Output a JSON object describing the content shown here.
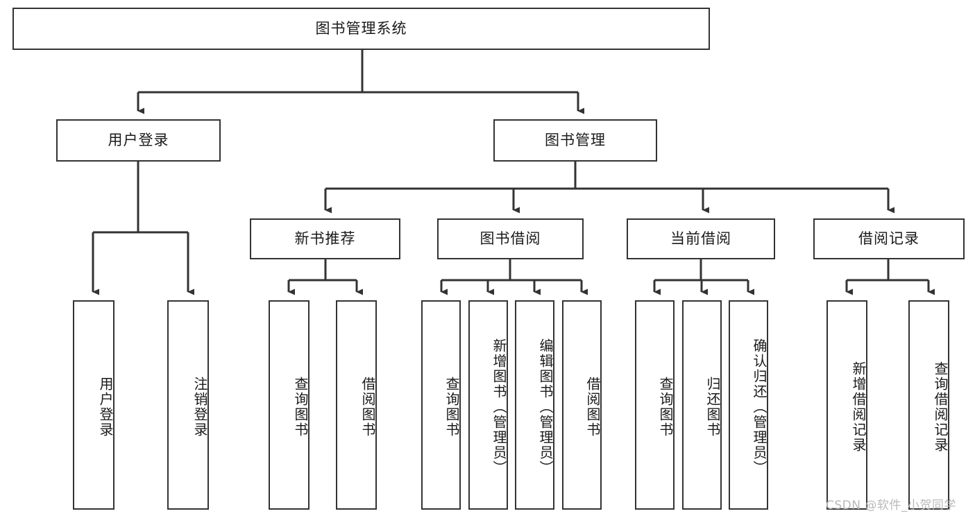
{
  "diagram": {
    "type": "tree",
    "title": "图书管理系统",
    "root": {
      "label": "图书管理系统"
    },
    "level1": [
      {
        "label": "用户登录"
      },
      {
        "label": "图书管理"
      }
    ],
    "level2": [
      {
        "label": "新书推荐"
      },
      {
        "label": "图书借阅"
      },
      {
        "label": "当前借阅"
      },
      {
        "label": "借阅记录"
      }
    ],
    "leaves": {
      "user_login": [
        {
          "label": "用户登录"
        },
        {
          "label": "注销登录"
        }
      ],
      "new_book_recommend": [
        {
          "label": "查询图书"
        },
        {
          "label": "借阅图书"
        }
      ],
      "book_borrow": [
        {
          "label": "查询图书"
        },
        {
          "label": "新增图书（管理员）"
        },
        {
          "label": "编辑图书（管理员）"
        },
        {
          "label": "借阅图书"
        }
      ],
      "current_borrow": [
        {
          "label": "查询图书"
        },
        {
          "label": "归还图书"
        },
        {
          "label": "确认归还（管理员）"
        }
      ],
      "borrow_record": [
        {
          "label": "新增借阅记录"
        },
        {
          "label": "查询借阅记录"
        }
      ]
    }
  },
  "watermark": {
    "text": "CSDN @软件_小贺同学"
  },
  "colors": {
    "stroke": "#333333",
    "background": "#ffffff",
    "text": "#1a1a1a",
    "watermark": "#b9b9b9"
  }
}
